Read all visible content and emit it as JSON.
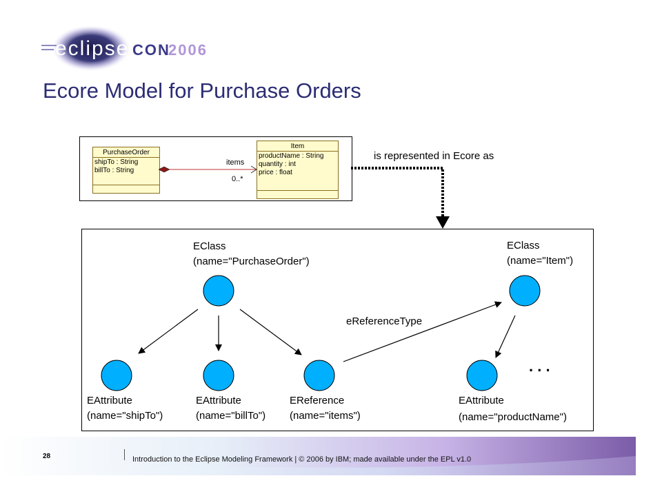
{
  "logo": {
    "word": "eclipse",
    "suffix": "CON",
    "year": "2006"
  },
  "slide": {
    "title": "Ecore Model for Purchase Orders"
  },
  "uml": {
    "purchase_order": {
      "name": "PurchaseOrder",
      "attributes": [
        "shipTo : String",
        "billTo : String"
      ]
    },
    "item": {
      "name": "Item",
      "attributes": [
        "productName : String",
        "quantity : int",
        "price : float"
      ]
    },
    "association": {
      "role": "items",
      "multiplicity": "0..*"
    }
  },
  "mapping_label": "is represented in Ecore as",
  "ecore": {
    "eclass_po": [
      "EClass",
      "(name=\"PurchaseOrder\")"
    ],
    "eclass_item": [
      "EClass",
      "(name=\"Item\")"
    ],
    "eattr_shipto": [
      "EAttribute",
      "(name=\"shipTo\")"
    ],
    "eattr_billto": [
      "EAttribute",
      "(name=\"billTo\")"
    ],
    "eref_items": [
      "EReference",
      "(name=\"items\")"
    ],
    "eattr_productname": [
      "EAttribute",
      "(name=\"productName\")"
    ],
    "reference_type_label": "eReferenceType",
    "ellipsis": ". . ."
  },
  "footer": {
    "page_number": "28",
    "text": "Introduction to the Eclipse Modeling Framework  |  © 2006 by IBM; made available under the EPL v1.0"
  },
  "colors": {
    "title": "#2c2c74",
    "node_fill": "#00b0ff",
    "class_fill": "#fffbcc",
    "footer_purple": "#7a60a8"
  }
}
